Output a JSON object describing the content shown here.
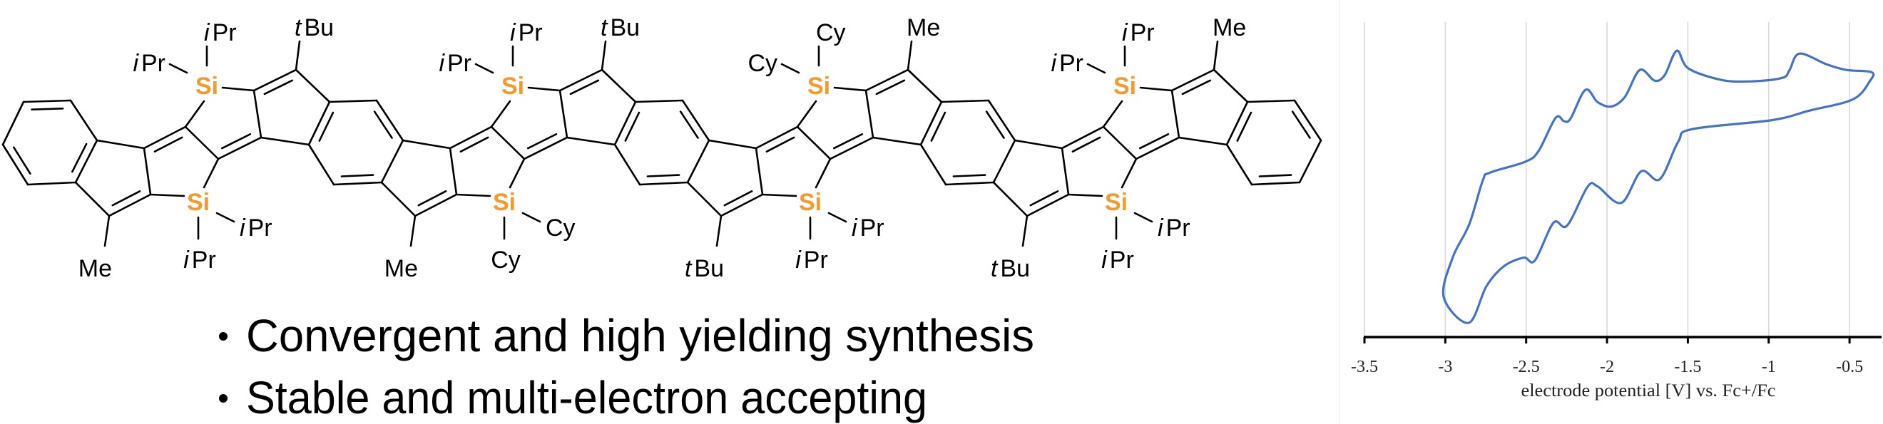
{
  "molecule": {
    "si_color": "#F39A2C",
    "si_label": "Si",
    "units": [
      {
        "si_top": [
          "iPr",
          "iPr"
        ],
        "si_bottom": [
          "iPr",
          "iPr"
        ],
        "top_sub": "tBu",
        "bottom_sub_left": "Me"
      },
      {
        "si_top": [
          "iPr",
          "iPr"
        ],
        "si_bottom": [
          "Cy",
          "Cy"
        ],
        "top_sub": "tBu",
        "bottom_sub_left": "Me"
      },
      {
        "si_top": [
          "Cy",
          "Cy"
        ],
        "si_bottom": [
          "iPr",
          "iPr"
        ],
        "top_sub": "Me",
        "bottom_sub_left": "tBu"
      },
      {
        "si_top": [
          "iPr",
          "iPr"
        ],
        "si_bottom": [
          "iPr",
          "iPr"
        ],
        "top_sub": "Me",
        "bottom_sub_left": "tBu"
      }
    ]
  },
  "bullets": [
    {
      "marker": "•",
      "text": "Convergent and high yielding synthesis"
    },
    {
      "marker": "•",
      "text": "Stable and multi-electron accepting"
    }
  ],
  "chart_data": {
    "type": "line",
    "title": "",
    "xlabel": "electrode potential [V] vs. Fc+/Fc",
    "ylabel": "",
    "xlim": [
      -3.5,
      -0.3
    ],
    "xticks": [
      -3.5,
      -3,
      -2.5,
      -2,
      -1.5,
      -1,
      -0.5
    ],
    "xtick_labels": [
      "-3.5",
      "-3",
      "-2.5",
      "-2",
      "-1.5",
      "-1",
      "-0.5"
    ],
    "ylim": [
      0,
      1
    ],
    "y_units": "relative current (a.u., axis unlabeled)",
    "grid": "vertical",
    "legend": "none",
    "series": [
      {
        "name": "cyclic voltammogram",
        "color": "#4472C4",
        "closed": true,
        "x": [
          -0.364,
          -0.373,
          -0.478,
          -0.748,
          -0.977,
          -1.475,
          -1.559,
          -1.674,
          -1.789,
          -1.912,
          -2.058,
          -2.119,
          -2.247,
          -2.331,
          -2.446,
          -2.516,
          -2.64,
          -2.746,
          -2.856,
          -3.01,
          -2.953,
          -2.852,
          -2.768,
          -2.724,
          -2.508,
          -2.424,
          -2.318,
          -2.265,
          -2.225,
          -2.133,
          -2.058,
          -1.974,
          -1.89,
          -1.797,
          -1.705,
          -1.643,
          -1.568,
          -1.497,
          -1.29,
          -1.1,
          -0.915,
          -0.871,
          -0.809,
          -0.642,
          -0.518
        ],
        "y": [
          0.841,
          0.814,
          0.755,
          0.719,
          0.689,
          0.66,
          0.621,
          0.501,
          0.526,
          0.426,
          0.478,
          0.478,
          0.354,
          0.363,
          0.243,
          0.252,
          0.224,
          0.161,
          0.045,
          0.127,
          0.254,
          0.358,
          0.497,
          0.522,
          0.556,
          0.59,
          0.696,
          0.685,
          0.694,
          0.785,
          0.746,
          0.732,
          0.762,
          0.848,
          0.814,
          0.832,
          0.909,
          0.853,
          0.816,
          0.812,
          0.823,
          0.848,
          0.9,
          0.866,
          0.848
        ]
      }
    ]
  }
}
